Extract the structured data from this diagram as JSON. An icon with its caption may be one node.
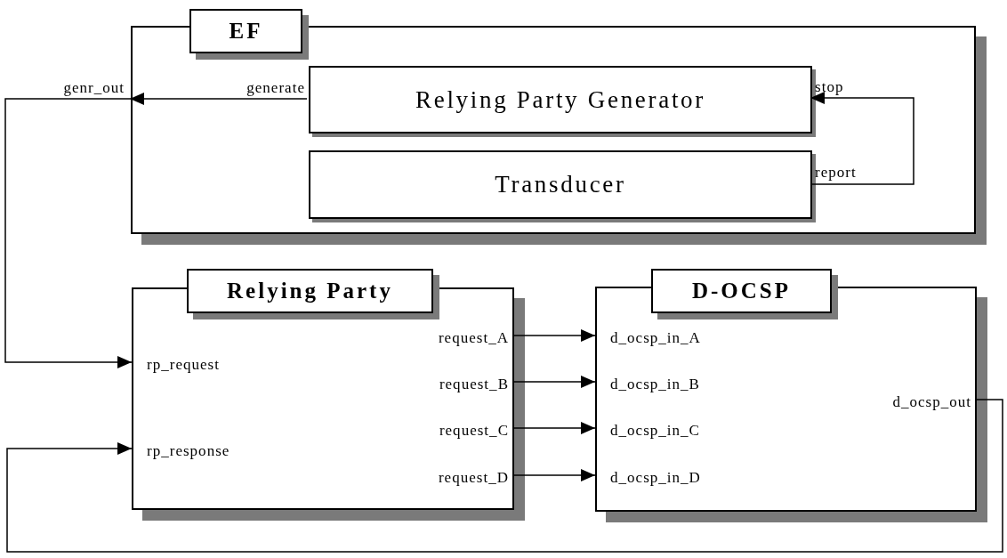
{
  "diagram": {
    "nodes": [
      {
        "text": [
          "EF"
        ]
      },
      {
        "text": [
          "Relying Party Generator"
        ],
        "in": 0,
        "beside": [
          "generate",
          "stop"
        ]
      },
      {
        "text": [
          "Transducer"
        ],
        "in": 0,
        "beside": [
          "report"
        ]
      },
      {
        "text": [
          "genr_out"
        ]
      },
      {
        "text": [
          "Relying Party"
        ]
      },
      {
        "text": [
          "rp_request"
        ],
        "in": 4
      },
      {
        "text": [
          "rp_response"
        ],
        "in": 4
      },
      {
        "text": [
          "request_A"
        ],
        "in": 4
      },
      {
        "text": [
          "request_B"
        ],
        "in": 4
      },
      {
        "text": [
          "request_C"
        ],
        "in": 4
      },
      {
        "text": [
          "request_D"
        ],
        "in": 4
      },
      {
        "text": [
          "D-OCSP"
        ]
      },
      {
        "text": [
          "d_ocsp_in_A"
        ],
        "in": 11
      },
      {
        "text": [
          "d_ocsp_in_B"
        ],
        "in": 11
      },
      {
        "text": [
          "d_ocsp_in_C"
        ],
        "in": 11
      },
      {
        "text": [
          "d_ocsp_in_D"
        ],
        "in": 11
      },
      {
        "text": [
          "d_ocsp_out"
        ],
        "in": 11
      }
    ],
    "edges": [
      {
        "from": 1,
        "to": 3,
        "arrow": "to"
      },
      {
        "from": 2,
        "to": 1,
        "arrow": "to"
      },
      {
        "from": 3,
        "to": 5,
        "arrow": "to"
      },
      {
        "from": 7,
        "to": 12,
        "arrow": "to"
      },
      {
        "from": 8,
        "to": 13,
        "arrow": "to"
      },
      {
        "from": 9,
        "to": 14,
        "arrow": "to"
      },
      {
        "from": 10,
        "to": 15,
        "arrow": "to"
      },
      {
        "from": 16,
        "to": 6,
        "arrow": "to"
      }
    ]
  }
}
